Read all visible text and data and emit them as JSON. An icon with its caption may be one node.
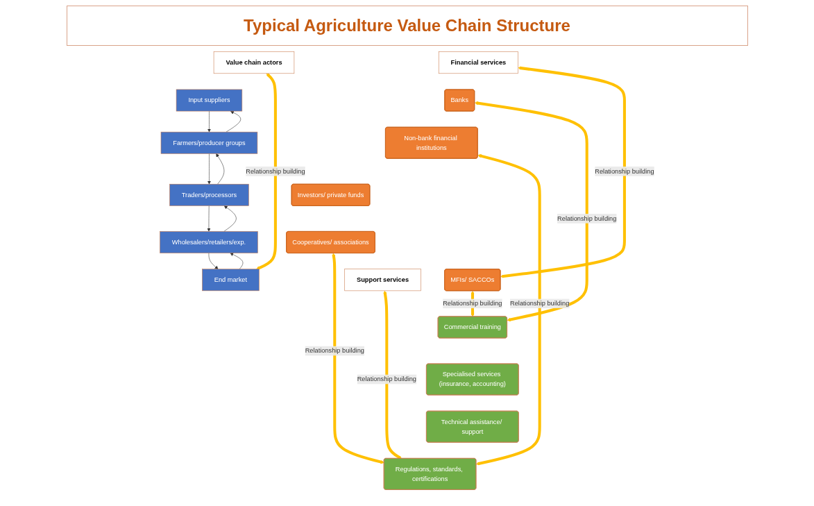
{
  "diagram": {
    "title": "Typical Agriculture Value Chain Structure",
    "nodes": [
      {
        "text": [
          "Financial services"
        ]
      },
      {
        "text": [
          "Banks"
        ]
      },
      {
        "text": [
          "Non-bank financial institutions"
        ]
      },
      {
        "text": [
          "Investors/ private funds"
        ]
      },
      {
        "text": [
          "Cooperatives/ associations"
        ]
      },
      {
        "text": [
          "MFIs/ SACCOs"
        ]
      },
      {
        "text": [
          "Value chain actors"
        ]
      },
      {
        "text": [
          "Input suppliers"
        ]
      },
      {
        "text": [
          "Farmers/producer groups"
        ]
      },
      {
        "text": [
          "Traders/processors"
        ]
      },
      {
        "text": [
          "Wholesalers/retailers/exp."
        ]
      },
      {
        "text": [
          "End market"
        ]
      },
      {
        "text": [
          "Support services"
        ]
      },
      {
        "text": [
          "Commercial training"
        ]
      },
      {
        "text": [
          "Specialised services (insurance, accounting)"
        ]
      },
      {
        "text": [
          "Technical assistance/ support"
        ]
      },
      {
        "text": [
          "Regulations, standards, certifications"
        ]
      }
    ],
    "edges": [
      {
        "from": 0,
        "to": 5,
        "arrow": "both",
        "label": "Relationship building",
        "style": "thick",
        "color": "#ffc000"
      },
      {
        "from": 6,
        "to": 11,
        "arrow": "both",
        "label": "Relationship building",
        "style": "thick",
        "color": "#ffc000"
      },
      {
        "from": 12,
        "to": 16,
        "arrow": "both",
        "label": "Relationship building",
        "style": "thick",
        "color": "#ffc000"
      },
      {
        "from": 1,
        "to": 13,
        "arrow": "both",
        "label": "Relationship building",
        "style": "thick",
        "color": "#ffc000"
      },
      {
        "from": 2,
        "to": 16,
        "arrow": "both",
        "label": "Relationship building",
        "style": "thick",
        "color": "#ffc000"
      },
      {
        "from": 5,
        "to": 13,
        "arrow": "both",
        "label": "Relationship building",
        "style": "thick",
        "color": "#ffc000"
      },
      {
        "from": 4,
        "to": 16,
        "arrow": "both",
        "label": "Relationship building",
        "style": "thick",
        "color": "#ffc000"
      },
      {
        "from": 7,
        "to": 8,
        "arrow": "to"
      },
      {
        "from": 8,
        "to": 7,
        "arrow": "to"
      },
      {
        "from": 8,
        "to": 9,
        "arrow": "to"
      },
      {
        "from": 9,
        "to": 8,
        "arrow": "to"
      },
      {
        "from": 9,
        "to": 10,
        "arrow": "to"
      },
      {
        "from": 10,
        "to": 9,
        "arrow": "to"
      },
      {
        "from": 10,
        "to": 11,
        "arrow": "to"
      },
      {
        "from": 11,
        "to": 10,
        "arrow": "to"
      }
    ]
  }
}
